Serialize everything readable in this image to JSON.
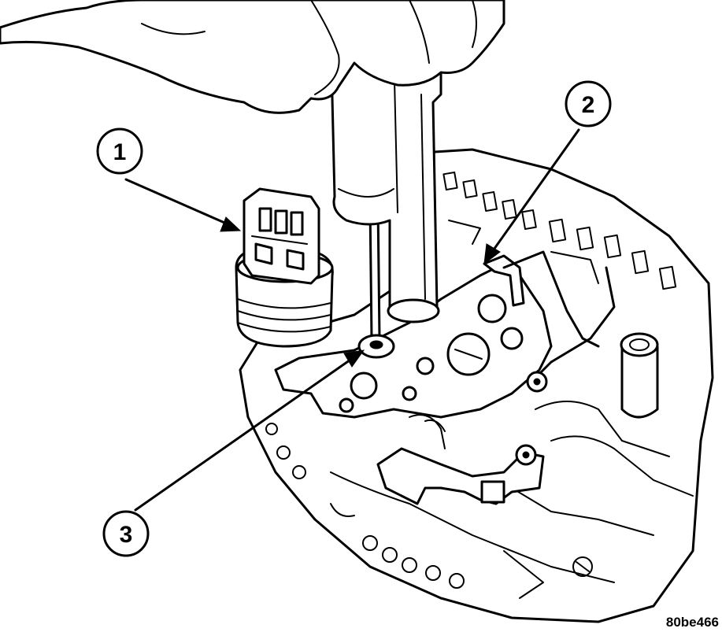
{
  "callouts": [
    {
      "id": "1",
      "label": "1"
    },
    {
      "id": "2",
      "label": "2"
    },
    {
      "id": "3",
      "label": "3"
    }
  ],
  "figure_id": "80be466",
  "colors": {
    "ink": "#000000",
    "paper": "#ffffff"
  },
  "icons": [
    "hand-illustration",
    "screwdriver-illustration",
    "connector-illustration",
    "valve-body-illustration"
  ]
}
